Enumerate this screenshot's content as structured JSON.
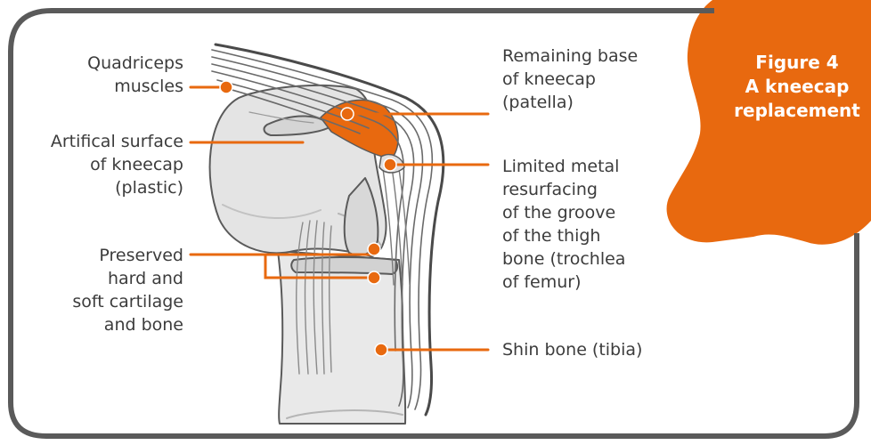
{
  "badge": {
    "line1": "Figure 4",
    "line2": "A kneecap",
    "line3": "replacement"
  },
  "labels": {
    "quadriceps": [
      "Quadriceps",
      "muscles"
    ],
    "artificial_surface": [
      "Artifical surface",
      "of kneecap",
      "(plastic)"
    ],
    "preserved": [
      "Preserved",
      "hard and",
      "soft cartilage",
      "and bone"
    ],
    "remaining_base": [
      "Remaining base",
      "of kneecap",
      "(patella)"
    ],
    "limited_metal": [
      "Limited metal",
      "resurfacing",
      "of the groove",
      "of the thigh",
      "bone (trochlea",
      "of femur)"
    ],
    "shin_bone": [
      "Shin bone (tibia)"
    ]
  },
  "colors": {
    "accent": "#e8690f",
    "frame": "#5a5a5a",
    "bone": "#e6e6e6",
    "text": "#3c3c3c"
  }
}
